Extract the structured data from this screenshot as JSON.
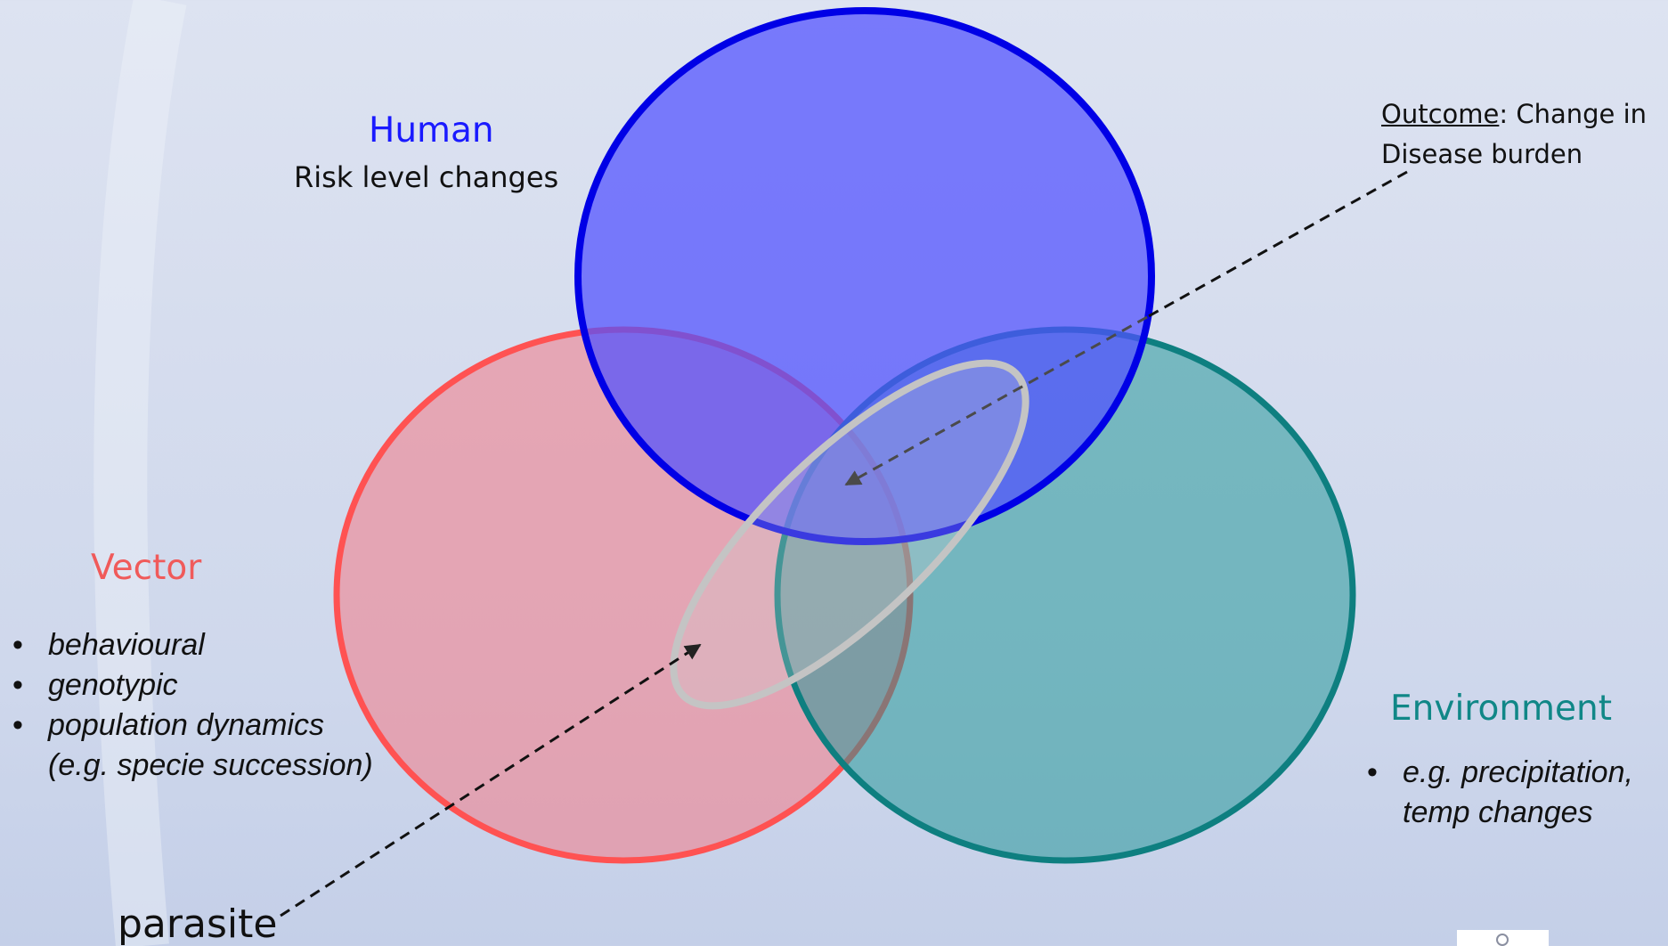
{
  "human": {
    "heading": "Human",
    "subtitle": "Risk level changes"
  },
  "vector": {
    "heading": "Vector",
    "bullets": [
      "behavioural",
      "genotypic",
      "population dynamics"
    ],
    "bullet_continuation": "(e.g. specie succession)"
  },
  "environment": {
    "heading": "Environment",
    "bullet_line1": "e.g. precipitation,",
    "bullet_line2": "temp changes"
  },
  "outcome": {
    "label": "Outcome",
    "text_line1": ": Change in",
    "text_line2": "Disease burden"
  },
  "parasite": {
    "label": "parasite"
  },
  "colors": {
    "human": "#0000e6",
    "vector": "#ff5252",
    "environment": "#0e7f80",
    "parasite_ellipse": "#c4c4c4"
  }
}
